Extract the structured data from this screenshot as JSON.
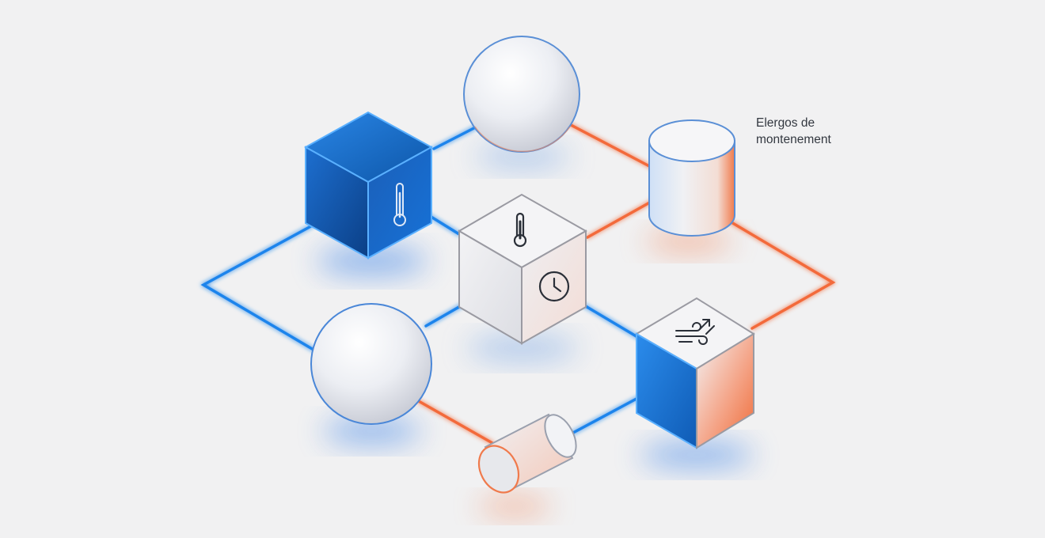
{
  "diagram": {
    "annotation": {
      "line1": "Elergos de",
      "line2": "montenement"
    }
  },
  "colors": {
    "background": "#f1f1f2",
    "blue": "#1f7fe0",
    "blue_dark": "#0d4f9c",
    "orange": "#f36a3a",
    "node_light": "#f2f3f6",
    "text": "#333840",
    "icon": "#2a2f38"
  },
  "nodes": [
    {
      "name": "blue-cube",
      "shape": "cube",
      "icon": "thermometer-icon"
    },
    {
      "name": "top-sphere",
      "shape": "sphere"
    },
    {
      "name": "top-right-cylinder",
      "shape": "cylinder"
    },
    {
      "name": "center-cube",
      "shape": "cube",
      "icons": [
        "thermometer-icon",
        "clock-icon"
      ]
    },
    {
      "name": "bottom-left-sphere",
      "shape": "sphere"
    },
    {
      "name": "bottom-right-cube",
      "shape": "cube",
      "icon": "airflow-icon"
    },
    {
      "name": "bottom-cylinder",
      "shape": "cylinder"
    }
  ]
}
